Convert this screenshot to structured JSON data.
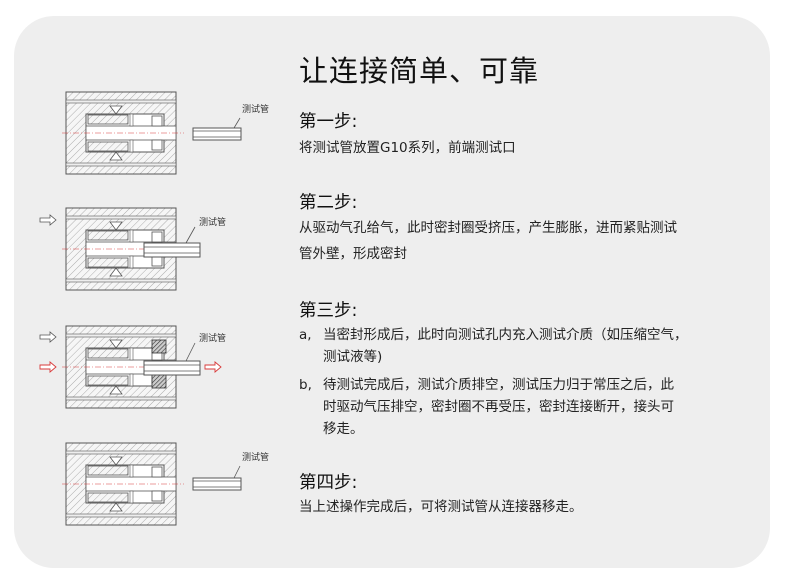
{
  "title": "让连接简单、可靠",
  "diagram_label": "测试管",
  "steps": [
    {
      "title": "第一步:",
      "lines": [
        "将测试管放置G10系列，前端测试口"
      ]
    },
    {
      "title": "第二步:",
      "lines": [
        "从驱动气孔给气，此时密封圈受挤压，产生膨胀，进而紧贴测试",
        "管外壁，形成密封"
      ]
    },
    {
      "title": "第三步:",
      "items": [
        {
          "marker": "a,",
          "lines": [
            "当密封形成后，此时向测试孔内充入测试介质（如压缩空气，",
            "测试液等)"
          ]
        },
        {
          "marker": "b,",
          "lines": [
            "待测试完成后，测试介质排空，测试压力归于常压之后，此",
            "时驱动气压排空，密封圈不再受压，密封连接断开，接头可",
            "移走。"
          ]
        }
      ]
    },
    {
      "title": "第四步:",
      "lines": [
        "当上述操作完成后，可将测试管从连接器移走。"
      ]
    }
  ],
  "colors": {
    "card": "#eeeeee",
    "red_arrow": "#d83a3a",
    "line": "#555555"
  }
}
